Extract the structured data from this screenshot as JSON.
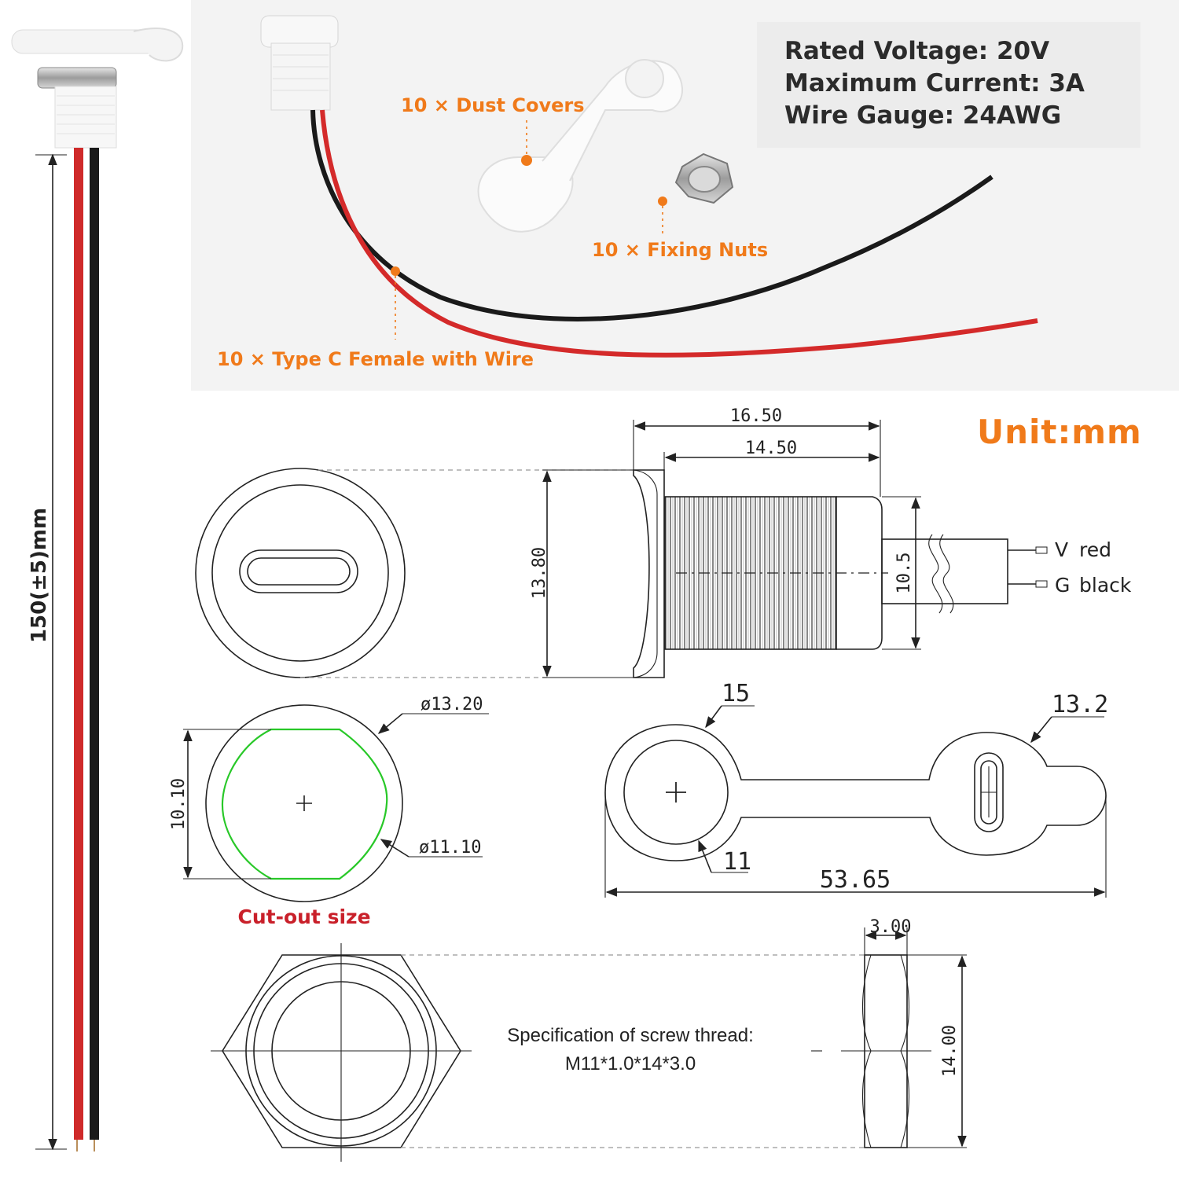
{
  "specs": {
    "rated_voltage": "Rated Voltage: 20V",
    "max_current": "Maximum Current: 3A",
    "wire_gauge": "Wire Gauge: 24AWG"
  },
  "callouts": {
    "dust_covers": "10 × Dust Covers",
    "fixing_nuts": "10 × Fixing Nuts",
    "type_c": "10 × Type C Female with Wire"
  },
  "unit": "Unit:mm",
  "wire_length": "150(±5)mm",
  "side_view": {
    "dim_total": "16.50",
    "dim_thread": "14.50",
    "dim_height": "13.80",
    "dim_body": "10.5",
    "wire_v": "V",
    "wire_v_color": "red",
    "wire_g": "G",
    "wire_g_color": "black"
  },
  "cutout": {
    "dia_outer": "ø13.20",
    "dia_inner": "ø11.10",
    "flat": "10.10",
    "title": "Cut-out size"
  },
  "cap": {
    "dim_ring": "15",
    "dim_cap": "13.2",
    "dim_inner": "11",
    "dim_length": "53.65"
  },
  "nut": {
    "dim_thickness": "3.00",
    "dim_height": "14.00",
    "spec_line1": "Specification of screw thread:",
    "spec_line2": "M11*1.0*14*3.0"
  },
  "colors": {
    "accent": "#f07a1a",
    "cutout_red": "#c9202a",
    "wire_red": "#d42a2a",
    "wire_black": "#1a1a1a",
    "cutout_green": "#28c828"
  }
}
